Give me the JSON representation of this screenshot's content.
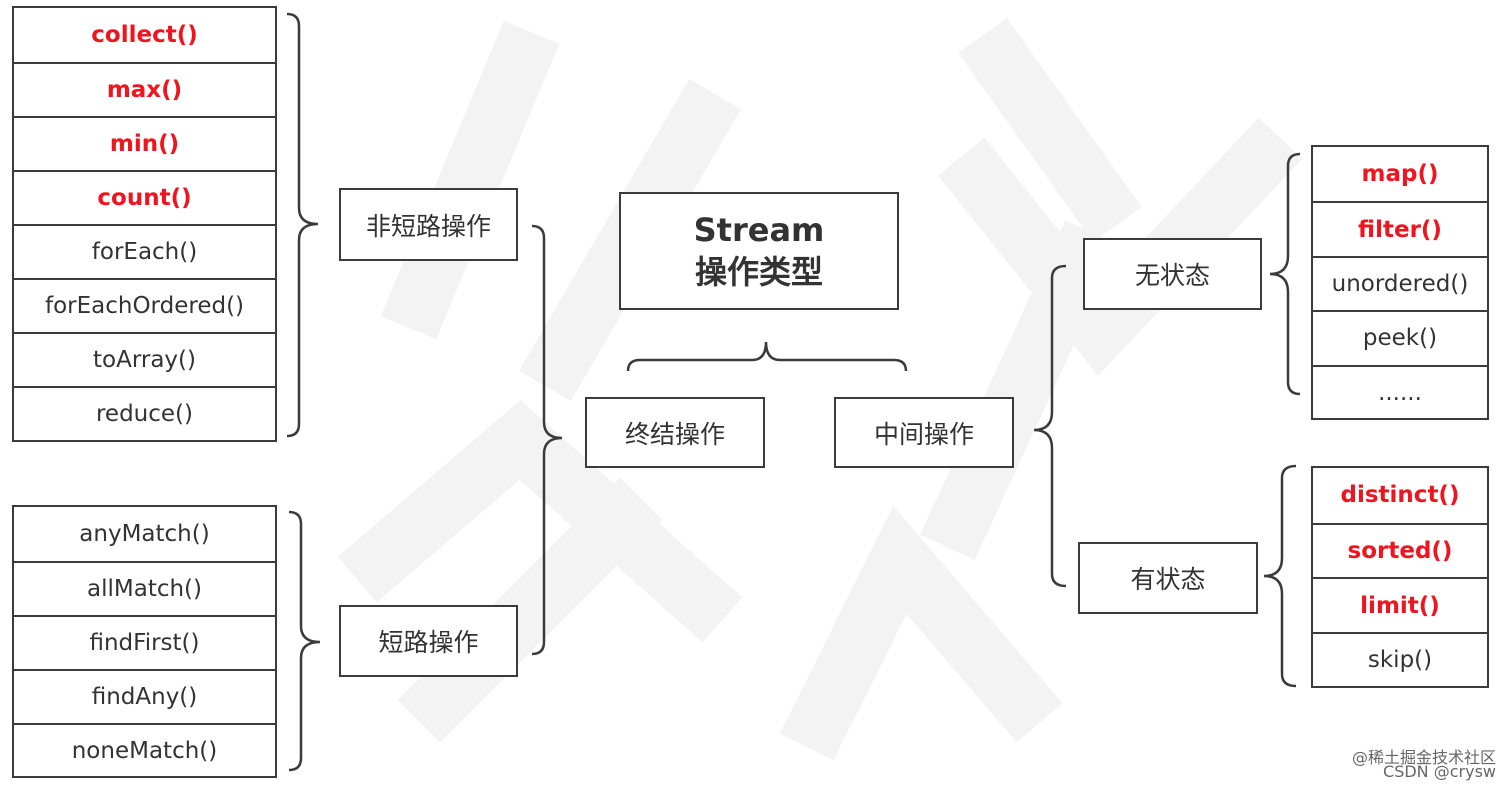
{
  "title": {
    "line1": "Stream",
    "line2": "操作类型"
  },
  "terminal": {
    "label": "终结操作",
    "non_short_circuit": {
      "label": "非短路操作",
      "items": [
        {
          "text": "collect()",
          "highlight": true
        },
        {
          "text": "max()",
          "highlight": true
        },
        {
          "text": "min()",
          "highlight": true
        },
        {
          "text": "count()",
          "highlight": true
        },
        {
          "text": "forEach()",
          "highlight": false
        },
        {
          "text": "forEachOrdered()",
          "highlight": false
        },
        {
          "text": "toArray()",
          "highlight": false
        },
        {
          "text": "reduce()",
          "highlight": false
        }
      ]
    },
    "short_circuit": {
      "label": "短路操作",
      "items": [
        {
          "text": "anyMatch()",
          "highlight": false
        },
        {
          "text": "allMatch()",
          "highlight": false
        },
        {
          "text": "findFirst()",
          "highlight": false
        },
        {
          "text": "findAny()",
          "highlight": false
        },
        {
          "text": "noneMatch()",
          "highlight": false
        }
      ]
    }
  },
  "intermediate": {
    "label": "中间操作",
    "stateless": {
      "label": "无状态",
      "items": [
        {
          "text": "map()",
          "highlight": true
        },
        {
          "text": "filter()",
          "highlight": true
        },
        {
          "text": "unordered()",
          "highlight": false
        },
        {
          "text": "peek()",
          "highlight": false
        },
        {
          "text": "......",
          "highlight": false
        }
      ]
    },
    "stateful": {
      "label": "有状态",
      "items": [
        {
          "text": "distinct()",
          "highlight": true
        },
        {
          "text": "sorted()",
          "highlight": true
        },
        {
          "text": "limit()",
          "highlight": true
        },
        {
          "text": "skip()",
          "highlight": false
        }
      ]
    }
  },
  "watermark": {
    "line1": "@稀土掘金技术社区",
    "line2": "CSDN @crysw"
  },
  "colors": {
    "highlight": "#f0141e",
    "border": "#3b3b3b",
    "text": "#333333"
  }
}
